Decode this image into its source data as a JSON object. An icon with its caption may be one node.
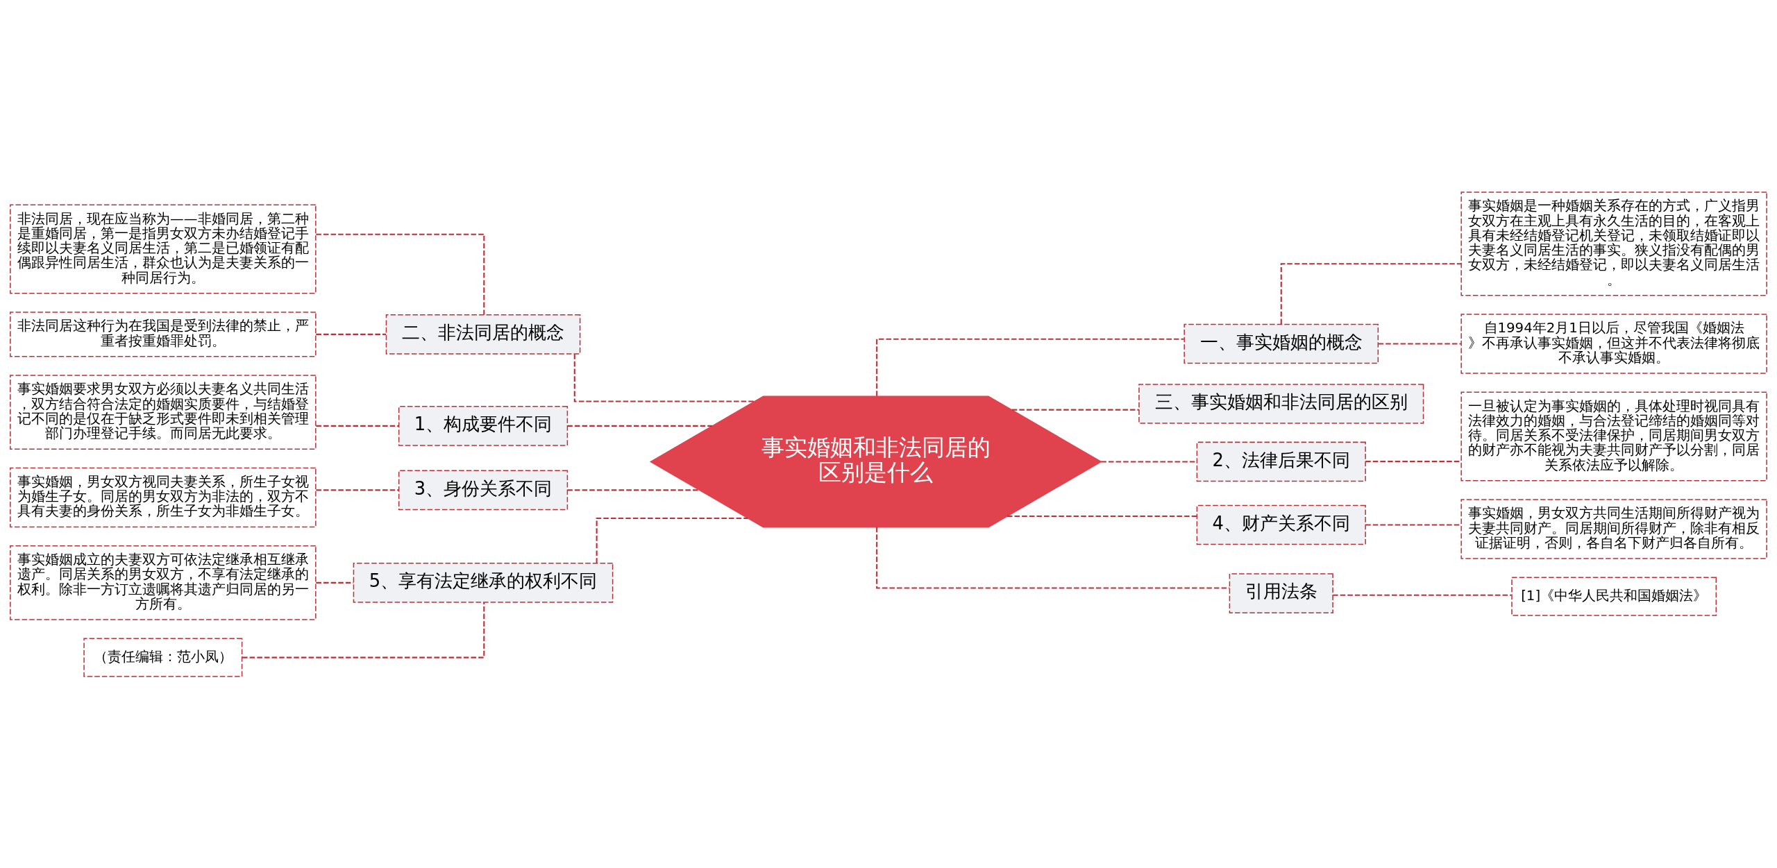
{
  "diagram": {
    "nodes": [
      {
        "text": [
          "事实婚姻和非法同居的区别是什么"
        ]
      },
      {
        "text": [
          "二、非法同居的概念"
        ]
      },
      {
        "text": [
          "非法同居，现在应当称为——非婚同居，第二种是重婚同居，第一是指男女双方未办结婚登记手续即以夫妻名义同居生活，第二是已婚领证有配偶跟异性同居生活，群众也认为是夫妻关系的一种同居行为。"
        ]
      },
      {
        "text": [
          "非法同居这种行为在我国是受到法律的禁止，严重者按重婚罪处罚。"
        ]
      },
      {
        "text": [
          "1、构成要件不同"
        ]
      },
      {
        "text": [
          "事实婚姻要求男女双方必须以夫妻名义共同生活，双方结合符合法定的婚姻实质要件，与结婚登记不同的是仅在于缺乏形式要件即未到相关管理部门办理登记手续。而同居无此要求。"
        ]
      },
      {
        "text": [
          "3、身份关系不同"
        ]
      },
      {
        "text": [
          "事实婚姻，男女双方视同夫妻关系，所生子女视为婚生子女。同居的男女双方为非法的，双方不具有夫妻的身份关系，所生子女为非婚生子女。"
        ]
      },
      {
        "text": [
          "5、享有法定继承的权利不同"
        ]
      },
      {
        "text": [
          "事实婚姻成立的夫妻双方可依法定继承相互继承遗产。同居关系的男女双方，不享有法定继承的权利。除非一方订立遗嘱将其遗产归同居的另一方所有。"
        ]
      },
      {
        "text": [
          "（责任编辑：范小凤）"
        ]
      },
      {
        "text": [
          "一、事实婚姻的概念"
        ]
      },
      {
        "text": [
          "事实婚姻是一种婚姻关系存在的方式，广义指男女双方在主观上具有永久生活的目的，在客观上具有未经结婚登记机关登记，未领取结婚证即以夫妻名义同居生活的事实。狭义指没有配偶的男女双方，未经结婚登记，即以夫妻名义同居生活。"
        ]
      },
      {
        "text": [
          "自1994年2月1日以后，尽管我国《婚姻法》不再承认事实婚姻，但这并不代表法律将彻底不承认事实婚姻。"
        ]
      },
      {
        "text": [
          "三、事实婚姻和非法同居的区别"
        ]
      },
      {
        "text": [
          "2、法律后果不同"
        ]
      },
      {
        "text": [
          "一旦被认定为事实婚姻的，具体处理时视同具有法律效力的婚姻，与合法登记缔结的婚姻同等对待。同居关系不受法律保护，同居期间男女双方的财产亦不能视为夫妻共同财产予以分割，同居关系依法应予以解除。"
        ]
      },
      {
        "text": [
          "4、财产关系不同"
        ]
      },
      {
        "text": [
          "事实婚姻，男女双方共同生活期间所得财产视为夫妻共同财产。同居期间所得财产，除非有相反证据证明，否则，各自名下财产归各自所有。"
        ]
      },
      {
        "text": [
          "引用法条"
        ]
      },
      {
        "text": [
          "[1]《中华人民共和国婚姻法》"
        ]
      }
    ],
    "edges": [
      {
        "from": 0,
        "to": 1,
        "arrow": "none",
        "style": "dashed"
      },
      {
        "from": 1,
        "to": 2,
        "arrow": "none",
        "style": "dashed"
      },
      {
        "from": 1,
        "to": 3,
        "arrow": "none",
        "style": "dashed"
      },
      {
        "from": 0,
        "to": 4,
        "arrow": "none",
        "style": "dashed"
      },
      {
        "from": 4,
        "to": 5,
        "arrow": "none",
        "style": "dashed"
      },
      {
        "from": 0,
        "to": 6,
        "arrow": "none",
        "style": "dashed"
      },
      {
        "from": 6,
        "to": 7,
        "arrow": "none",
        "style": "dashed"
      },
      {
        "from": 0,
        "to": 8,
        "arrow": "none",
        "style": "dashed"
      },
      {
        "from": 8,
        "to": 9,
        "arrow": "none",
        "style": "dashed"
      },
      {
        "from": 8,
        "to": 10,
        "arrow": "none",
        "style": "dashed"
      },
      {
        "from": 0,
        "to": 11,
        "arrow": "none",
        "style": "dashed"
      },
      {
        "from": 11,
        "to": 12,
        "arrow": "none",
        "style": "dashed"
      },
      {
        "from": 11,
        "to": 13,
        "arrow": "none",
        "style": "dashed"
      },
      {
        "from": 0,
        "to": 14,
        "arrow": "none",
        "style": "dashed"
      },
      {
        "from": 0,
        "to": 15,
        "arrow": "none",
        "style": "dashed"
      },
      {
        "from": 15,
        "to": 16,
        "arrow": "none",
        "style": "dashed"
      },
      {
        "from": 0,
        "to": 17,
        "arrow": "none",
        "style": "dashed"
      },
      {
        "from": 17,
        "to": 18,
        "arrow": "none",
        "style": "dashed"
      },
      {
        "from": 0,
        "to": 19,
        "arrow": "none",
        "style": "dashed"
      },
      {
        "from": 19,
        "to": 20,
        "arrow": "none",
        "style": "dashed"
      }
    ]
  }
}
